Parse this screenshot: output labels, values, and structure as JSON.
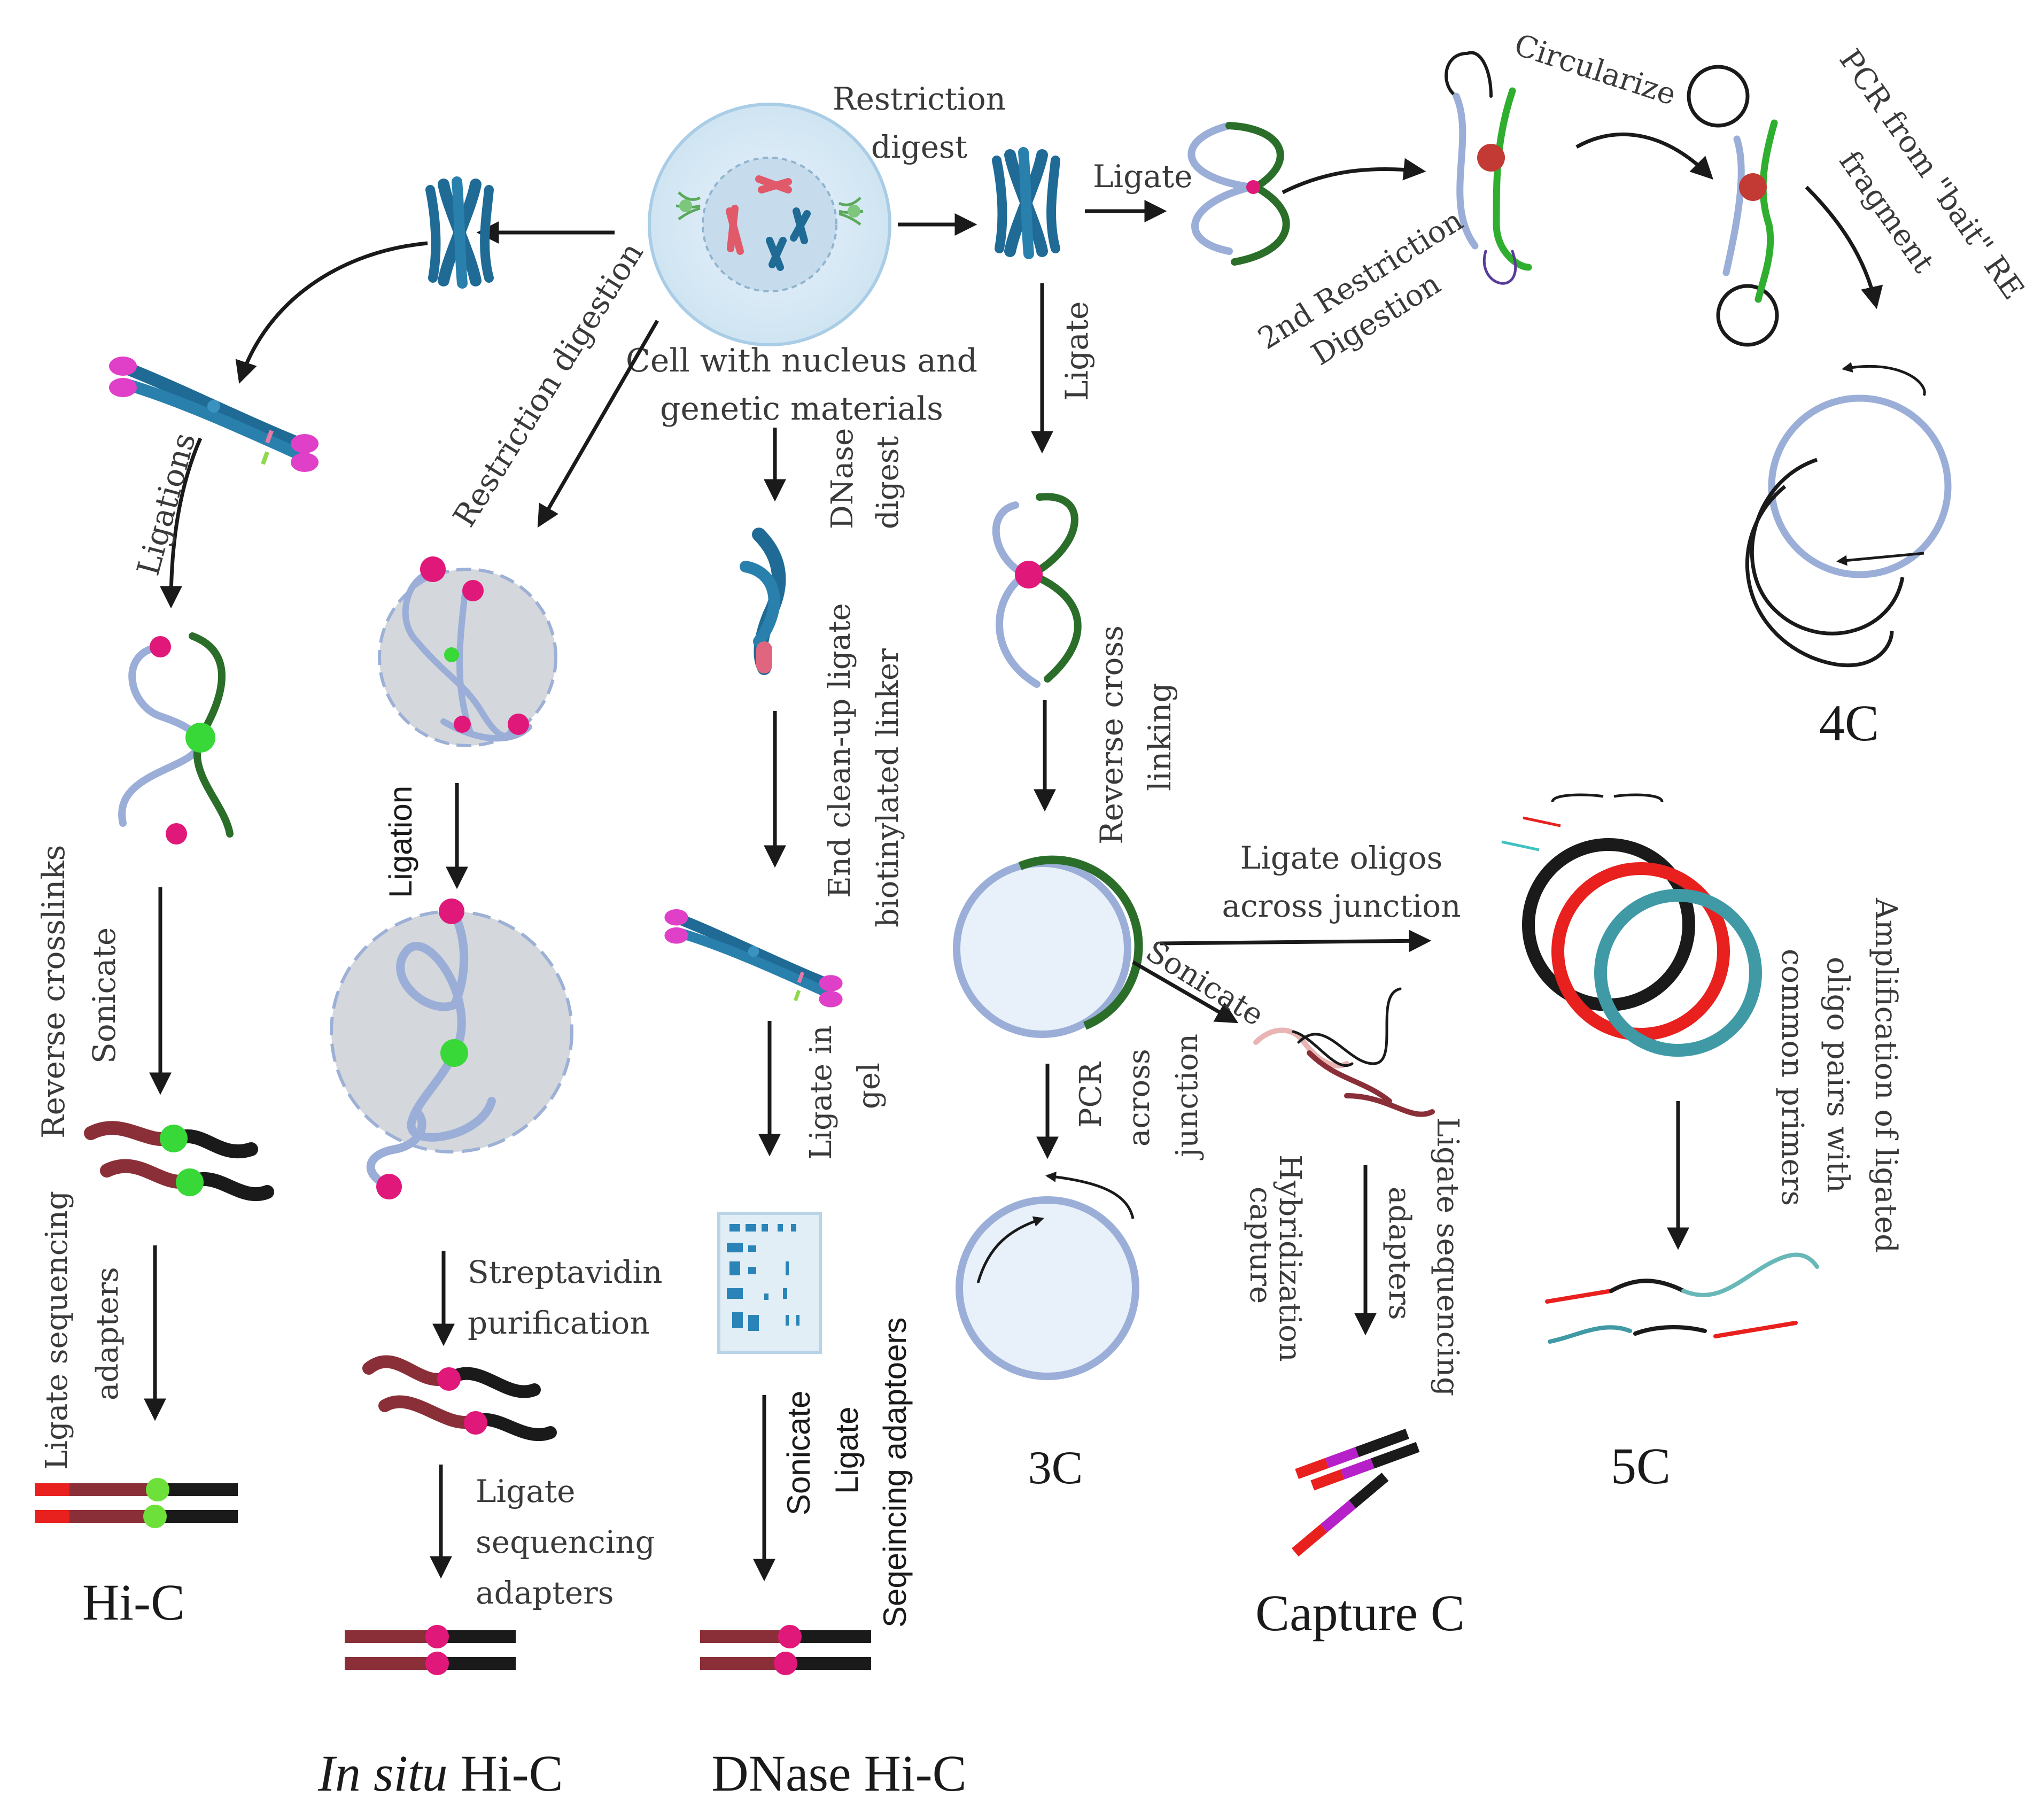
{
  "labels": {
    "restriction_digest_1": "Restriction",
    "restriction_digest_2": "digest",
    "ligate_top": "Ligate",
    "circularize": "Circularize",
    "pcr_bait_1": "PCR from \"bait\" RE",
    "pcr_bait_2": "fragment",
    "second_digest_1": "2nd Restriction",
    "second_digest_2": "Digestion",
    "ligate_vertical": "Ligate",
    "cell_1": "Cell with nucleus and",
    "cell_2": "genetic materials",
    "restriction_digestion": "Restriction digestion",
    "ligations": "Ligations",
    "dnase_1": "DNase",
    "dnase_2": "digest",
    "end_cleanup_1": "End clean-up ligate",
    "end_cleanup_2": "biotinylated linker",
    "reverse_cross_1": "Reverse cross",
    "reverse_cross_2": "linking",
    "ligation": "Ligation",
    "reverse_crosslinks": "Reverse crosslinks",
    "sonicate_hic": "Sonicate",
    "ligate_oligos_1": "Ligate oligos",
    "ligate_oligos_2": "across junction",
    "sonicate_capture": "Sonicate",
    "amplification_1": "Amplification of ligated",
    "amplification_2": "oligo pairs with",
    "amplification_3": "common primers",
    "ligate_in_gel_1": "Ligate in",
    "ligate_in_gel_2": "gel",
    "pcr_junction_1": "PCR",
    "pcr_junction_2": "across",
    "pcr_junction_3": "junction",
    "ligate_seq_adapters_cap_1": "Ligate sequencing",
    "ligate_seq_adapters_cap_2": "adapters",
    "hybridization_1": "Hybridization",
    "hybridization_2": "capture",
    "ligate_seq_adapters_hic_1": "Ligate sequencing",
    "ligate_seq_adapters_hic_2": "adapters",
    "streptavidin_1": "Streptavidin",
    "streptavidin_2": "purification",
    "ligate_seq_insitu_1": "Ligate",
    "ligate_seq_insitu_2": "sequencing",
    "ligate_seq_insitu_3": "adapters",
    "dnase_sonicate": "Sonicate",
    "dnase_ligate": "Ligate",
    "dnase_adaptors": "Seqeincing adaptoers"
  },
  "methods": {
    "hic": "Hi-C",
    "insitu_italic": "In situ",
    "insitu_rest": " Hi-C",
    "dnase_hic": "DNase Hi-C",
    "three_c": "3C",
    "four_c": "4C",
    "five_c": "5C",
    "capture_c": "Capture C"
  },
  "colors": {
    "chromosome": "#1f6b96",
    "strand_light": "#9aaed8",
    "strand_green": "#2a6e2a",
    "bead_magenta": "#e0187a",
    "bead_green": "#38d838",
    "arrow": "#1a1a1a",
    "maroon": "#8a2f38",
    "red": "#e8201e",
    "teal": "#3f9aa6",
    "purple": "#b620c8"
  }
}
